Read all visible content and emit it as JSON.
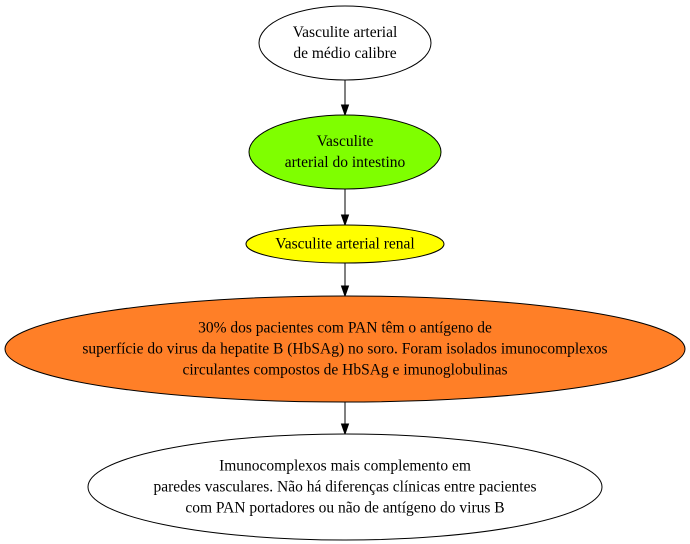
{
  "nodes": [
    {
      "id": "n1",
      "name": "node-vasculite-medio-calibre",
      "lines": [
        "Vasculite arterial",
        "de médio calibre"
      ],
      "fill": "#ffffff"
    },
    {
      "id": "n2",
      "name": "node-vasculite-intestino",
      "lines": [
        "Vasculite",
        "arterial do intestino"
      ],
      "fill": "#7fff00"
    },
    {
      "id": "n3",
      "name": "node-vasculite-renal",
      "lines": [
        "Vasculite arterial renal"
      ],
      "fill": "#ffff00"
    },
    {
      "id": "n4",
      "name": "node-pan-hbsag",
      "lines": [
        "30% dos pacientes com PAN têm o antígeno de",
        "superfície do virus da hepatite B (HbSAg) no soro. Foram isolados imunocomplexos",
        "circulantes compostos de HbSAg e imunoglobulinas"
      ],
      "fill": "#ff7f27"
    },
    {
      "id": "n5",
      "name": "node-imunocomplexos",
      "lines": [
        "Imunocomplexos mais complemento em",
        "paredes vasculares. Não há diferenças clínicas entre pacientes",
        "com PAN portadores ou não de antígeno do virus B"
      ],
      "fill": "#ffffff"
    }
  ],
  "edges": [
    {
      "from": "n1",
      "to": "n2"
    },
    {
      "from": "n2",
      "to": "n3"
    },
    {
      "from": "n3",
      "to": "n4"
    },
    {
      "from": "n4",
      "to": "n5"
    }
  ]
}
